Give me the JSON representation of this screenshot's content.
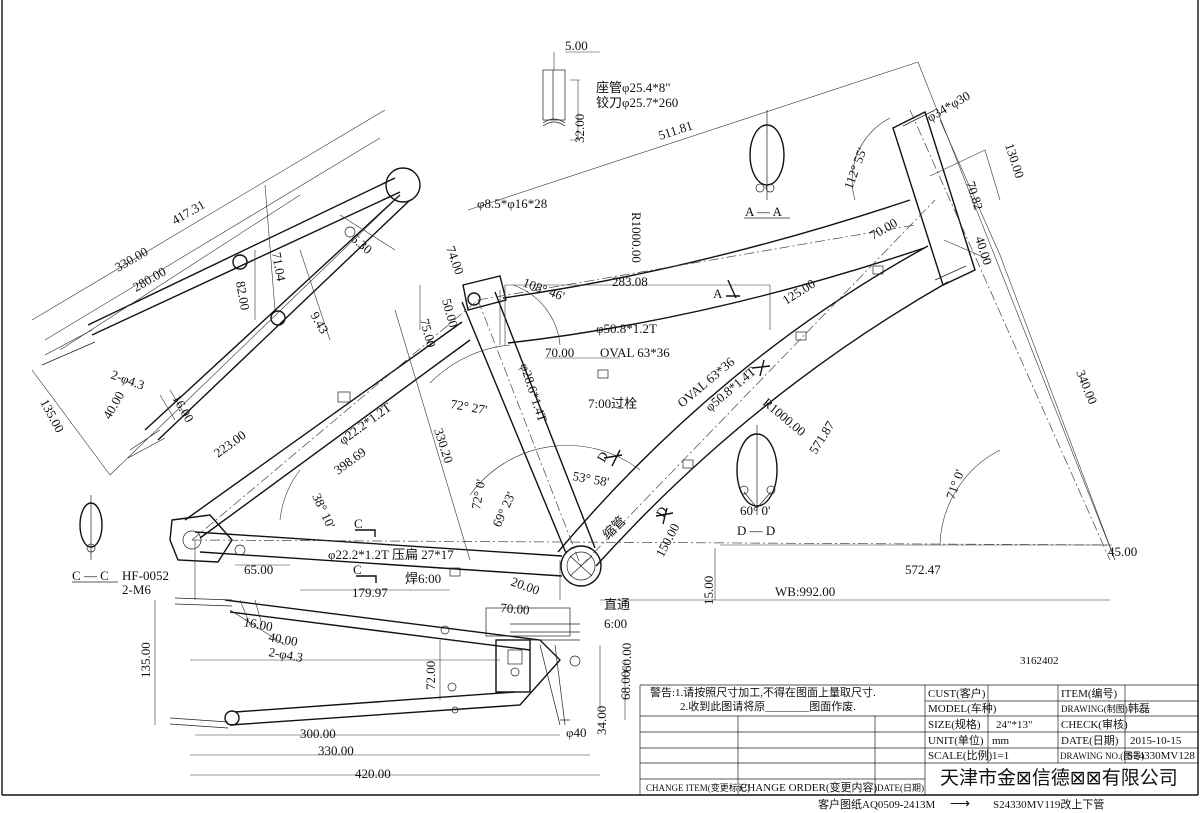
{
  "dimensions": {
    "d_5_00": "5.00",
    "d_32_00": "32.00",
    "d_511_81": "511.81",
    "d_417_31": "417.31",
    "d_330_00a": "330.00",
    "d_280_00": "280.00",
    "d_71_04": "71.04",
    "d_82_00": "82.00",
    "d_9_43": "9.43",
    "d_6_30": "6.30",
    "d_4_3a": "2-φ4.3",
    "d_16_00a": "16.00",
    "d_40_00a": "40.00",
    "d_135_00a": "135.00",
    "d_223_00": "223.00",
    "d_398_69": "398.69",
    "d_74_00": "74.00",
    "d_50_00": "50.00",
    "d_75_00": "75.00",
    "d_330_20": "330.20",
    "d_283_08": "283.08",
    "d_70_00a": "70.00",
    "d_20_00": "20.00",
    "d_70_00b": "70.00",
    "d_125_00": "125.00",
    "d_130_00": "130.00",
    "d_70_82": "70.82",
    "d_40_00b": "40.00",
    "d_340_00": "340.00",
    "d_571_87": "571.87",
    "d_150_00": "150.00",
    "d_572_47": "572.47",
    "d_45_00": "45.00",
    "d_15_00": "15.00",
    "d_wb": "WB:992.00",
    "d_65_00": "65.00",
    "d_179_97": "179.97",
    "d_16_00b": "16.00",
    "d_40_00c": "40.00",
    "d_4_3b": "2-φ4.3",
    "d_135_00b": "135.00",
    "d_70_00c": "70.00",
    "d_72_00": "72.00",
    "d_68_00": "68.00",
    "d_60_00": "60.00",
    "d_34_00": "34.00",
    "d_phi40": "φ40",
    "d_300_00": "300.00",
    "d_330_00b": "330.00",
    "d_420_00": "420.00"
  },
  "angles": {
    "a_108_46": "108° 46'",
    "a_72_27": "72° 27'",
    "a_38_10": "38° 10'",
    "a_72_0": "72° 0'",
    "a_69_23": "69° 23'",
    "a_53_58": "53° 58'",
    "a_112_55": "112° 55'",
    "a_71_0": "71° 0'",
    "a_60_0": "60° 0'"
  },
  "callouts": {
    "seatpost": "座管φ25.4*8\"",
    "reamer": "铰刀φ25.7*260",
    "hole": "φ8.5*φ16*28",
    "r1000_top": "R1000.00",
    "top_tube": "φ50.8*1.2T",
    "oval_top": "OVAL 63*36",
    "oval_down": "OVAL 63*36",
    "down_tube": "φ50.8*1.4T",
    "r1000_down": "R1000.00",
    "bolt": "7:00过栓",
    "seat_tube": "φ28.6*1.4T",
    "seat_stay": "φ22.2*1.2T",
    "chain_stay": "φ22.2*1.2T 压扁 27*17",
    "weld": "焊6:00",
    "shrink": "缩管",
    "straight": "直通",
    "six": "6:00",
    "head_tube": "φ34*φ30",
    "dropout_code": "HF-0052",
    "m6": "2-M6",
    "section_aa": "A — A",
    "section_cc": "C — C",
    "section_dd": "D — D",
    "mark_a": "A",
    "mark_c1": "C",
    "mark_c2": "C",
    "mark_d1": "D",
    "mark_d2": "D",
    "drawing_no": "3162402"
  },
  "title_block": {
    "warning1": "警告:1.请按照尺寸加工,不得在图面上量取尺寸.",
    "warning2": "2.收到此图请将原________图面作废.",
    "cust_label": "CUST(客户)",
    "cust_value": "",
    "model_label": "MODEL(车种)",
    "model_value": "",
    "size_label": "SIZE(规格)",
    "size_value": "24\"*13\"",
    "unit_label": "UNIT(单位)",
    "unit_value": "mm",
    "scale_label": "SCALE(比例)",
    "scale_value": "1=1",
    "item_label": "ITEM(编号)",
    "item_value": "",
    "drawing_label": "DRAWING(制图)",
    "drawing_value": "韩磊",
    "check_label": "CHECK(审核)",
    "check_value": "",
    "date_label": "DATE(日期)",
    "date_value": "2015-10-15",
    "drawno_label": "DRAWING NO.(图号)",
    "drawno_value": "S24330MV128",
    "change_item": "CHANGE ITEM(变更标记)",
    "change_order": "CHANGE ORDER(变更内容)",
    "change_date": "DATE(日期)",
    "company": "天津市金⊠信德⊠⊠有限公司"
  },
  "footer": {
    "customer_ref": "客户图纸AQ0509-2413M",
    "arrow": "⟶",
    "change_note": "S24330MV119改上下管"
  }
}
